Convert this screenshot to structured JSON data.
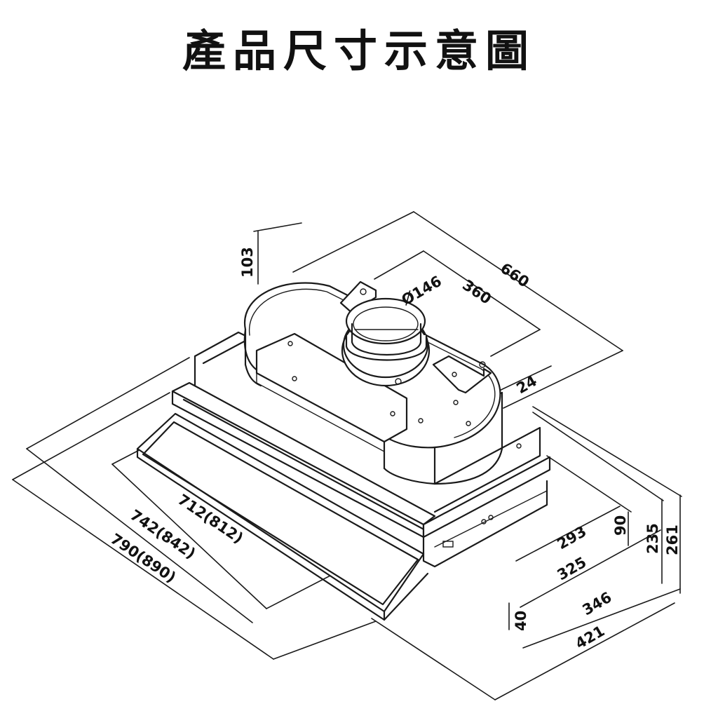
{
  "title": "產品尺寸示意圖",
  "dimensions": {
    "d660": "660",
    "d360": "360",
    "d146": "Ø146",
    "d103": "103",
    "d24": "24",
    "d712": "712(812)",
    "d742": "742(842)",
    "d790": "790(890)",
    "d293": "293",
    "d90": "90",
    "d235": "235",
    "d261": "261",
    "d325": "325",
    "d346": "346",
    "d40": "40",
    "d421": "421"
  }
}
